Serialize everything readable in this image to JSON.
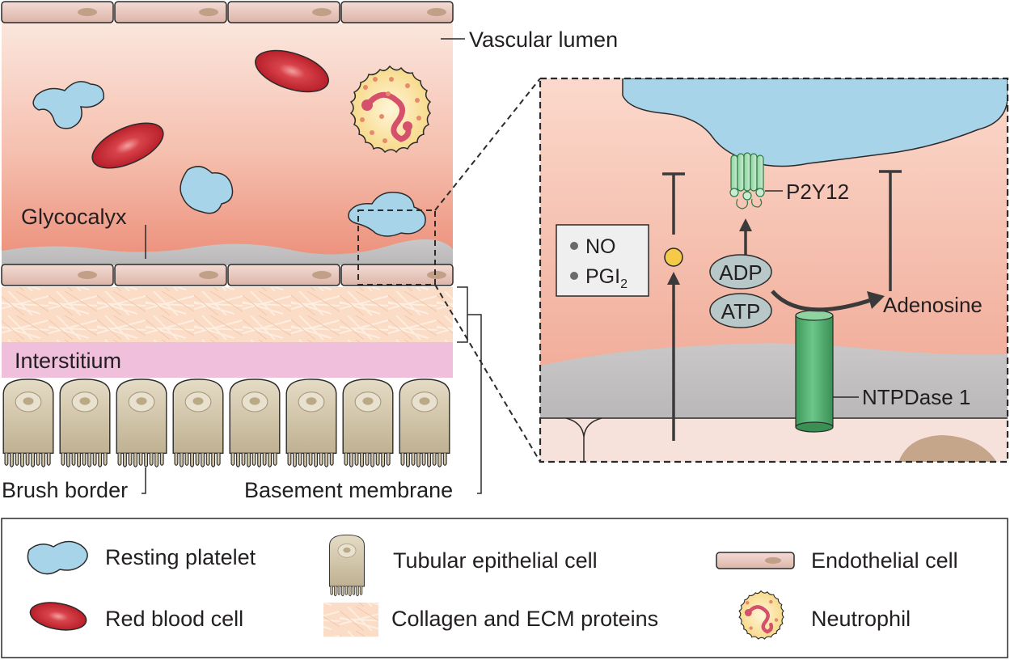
{
  "labels": {
    "vascular_lumen": "Vascular lumen",
    "glycocalyx": "Glycocalyx",
    "interstitium": "Interstitium",
    "brush_border": "Brush border",
    "basement_membrane": "Basement membrane"
  },
  "inset": {
    "receptor": "P2Y12",
    "enzyme": "NTPDase 1",
    "adp": "ADP",
    "atp": "ATP",
    "product": "Adenosine",
    "mediators": {
      "no": "NO",
      "pgi": "PGI",
      "pgi_sub": "2"
    }
  },
  "legend": {
    "resting_platelet": "Resting platelet",
    "red_blood_cell": "Red blood cell",
    "tubular_epithelial_cell": "Tubular epithelial cell",
    "collagen_ecm": "Collagen and ECM proteins",
    "endothelial_cell": "Endothelial cell",
    "neutrophil": "Neutrophil"
  },
  "colors": {
    "platelet": "#a8d4ea",
    "red_blood_cell": "#c4262e",
    "lumen_top": "#fbe3da",
    "lumen_bottom": "#ee9a86",
    "interstitium": "#eebcdb",
    "endothelium": "#e9c9c0",
    "collagen": "#fbdcc4",
    "epithelium": "#d8ccb0",
    "ntpdase": "#4bb06a"
  }
}
